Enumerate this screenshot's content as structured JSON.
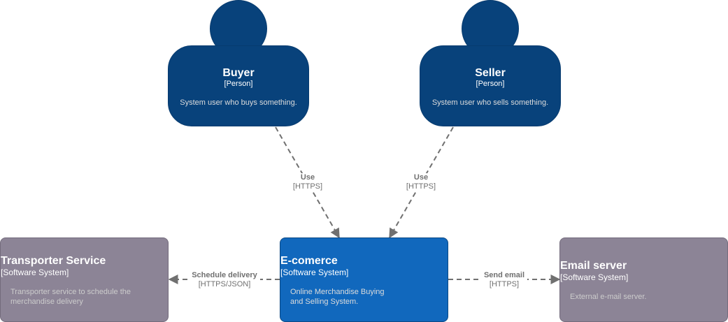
{
  "people": [
    {
      "id": "buyer",
      "name": "Buyer",
      "kind": "[Person]",
      "description": "System user who buys something."
    },
    {
      "id": "seller",
      "name": "Seller",
      "kind": "[Person]",
      "description": "System user who sells something."
    }
  ],
  "systems": [
    {
      "id": "transporter",
      "name": "Transporter Service",
      "kind": "[Software System]",
      "description_lines": [
        "Transporter service to schedule the",
        "merchandise delivery"
      ]
    },
    {
      "id": "ecomerce",
      "name": "E-comerce",
      "kind": "[Software System]",
      "description_lines": [
        "Online Merchandise Buying",
        "and Selling System."
      ]
    },
    {
      "id": "email",
      "name": "Email server",
      "kind": "[Software System]",
      "description_lines": [
        "External e-mail server."
      ]
    }
  ],
  "relations": [
    {
      "from": "buyer",
      "to": "ecomerce",
      "label": "Use",
      "tech": "[HTTPS]"
    },
    {
      "from": "seller",
      "to": "ecomerce",
      "label": "Use",
      "tech": "[HTTPS]"
    },
    {
      "from": "ecomerce",
      "to": "transporter",
      "label": "Schedule delivery",
      "tech": "[HTTPS/JSON]"
    },
    {
      "from": "ecomerce",
      "to": "email",
      "label": "Send email",
      "tech": "[HTTPS]"
    }
  ],
  "colors": {
    "person": "#08427b",
    "internal_system": "#1168bd",
    "external_system": "#8c8496",
    "edge": "#707070"
  }
}
